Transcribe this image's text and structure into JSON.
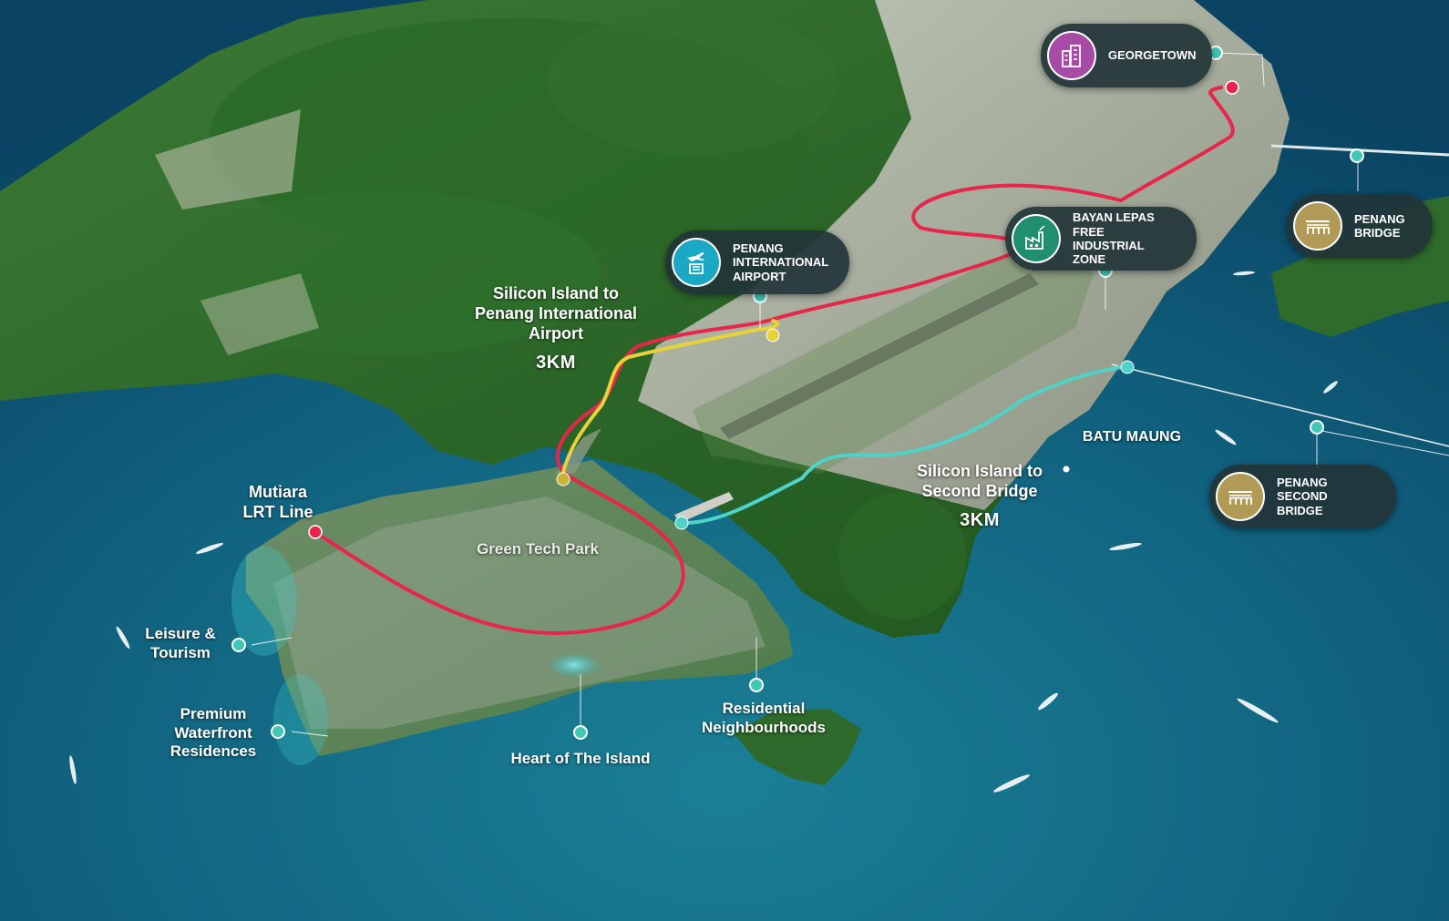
{
  "colors": {
    "sea_deep": "#0d4f6c",
    "sea_shallow": "#1b8aa0",
    "forest": "#2e6b2a",
    "urban": "#b8b4ac",
    "route_lrt": "#e8254a",
    "route_airport": "#e8d23a",
    "route_bridge": "#4fd3c8",
    "pill_bg": "#223438",
    "icon_magenta": "#a64ca6",
    "icon_teal": "#1aa8c4",
    "icon_green": "#1f8f6e",
    "icon_gold": "#b19a55"
  },
  "labels": {
    "airport_route": {
      "lines": [
        "Silicon Island to",
        "Penang International",
        "Airport"
      ],
      "distance": "3KM"
    },
    "bridge_route": {
      "lines": [
        "Silicon Island to",
        "Second Bridge"
      ],
      "distance": "3KM"
    },
    "mutiara": {
      "lines": [
        "Mutiara",
        "LRT Line"
      ]
    },
    "green_tech_park": "Green Tech Park",
    "leisure": {
      "lines": [
        "Leisure &",
        "Tourism"
      ]
    },
    "premium": {
      "lines": [
        "Premium",
        "Waterfront",
        "Residences"
      ]
    },
    "heart": "Heart of The Island",
    "residential": {
      "lines": [
        "Residential",
        "Neighbourhoods"
      ]
    },
    "batu_maung": "BATU MAUNG"
  },
  "pills": {
    "georgetown": {
      "lines": [
        "GEORGETOWN"
      ],
      "icon": "buildings-icon"
    },
    "airport": {
      "lines": [
        "PENANG",
        "INTERNATIONAL",
        "AIRPORT"
      ],
      "icon": "airport-tower-icon"
    },
    "bayan_lepas": {
      "lines": [
        "BAYAN LEPAS",
        "FREE INDUSTRIAL",
        "ZONE"
      ],
      "icon": "factory-icon"
    },
    "penang_bridge": {
      "lines": [
        "PENANG",
        "BRIDGE"
      ],
      "icon": "bridge-icon"
    },
    "second_bridge": {
      "lines": [
        "PENANG SECOND",
        "BRIDGE"
      ],
      "icon": "bridge-icon"
    }
  }
}
